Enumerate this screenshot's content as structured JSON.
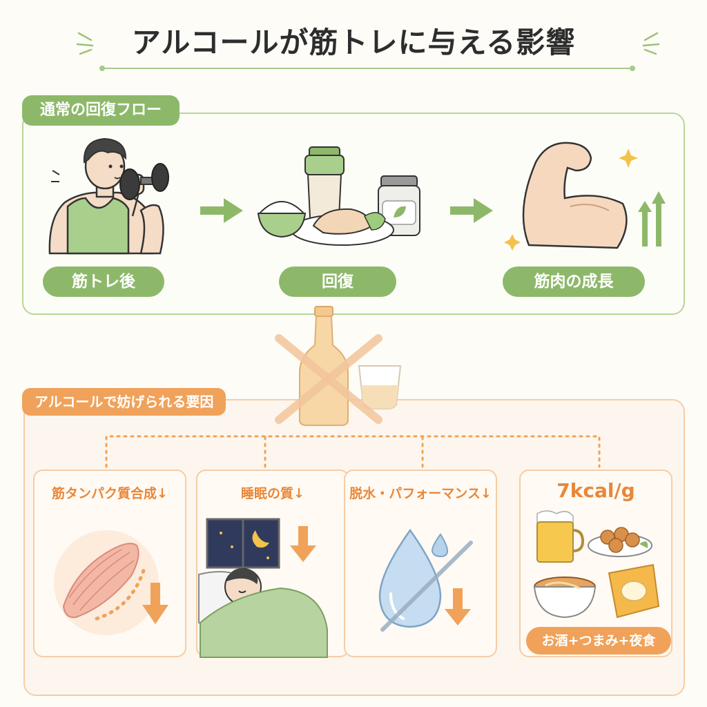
{
  "title": "アルコールが筋トレに与える影響",
  "normal_flow": {
    "label": "通常の回復フロー",
    "steps": [
      "筋トレ後",
      "回復",
      "筋肉の成長"
    ]
  },
  "alcohol_factors": {
    "label": "アルコールで妨げられる要因",
    "items": [
      {
        "title": "筋タンパク質合成↓",
        "icon": "muscle-fiber-icon"
      },
      {
        "title": "睡眠の質↓",
        "icon": "sleeping-person-icon"
      },
      {
        "title": "脱水・パフォーマンス↓",
        "icon": "water-drop-icon"
      },
      {
        "title": "7kcal/g",
        "icon": "food-drink-icon",
        "caption": "お酒+つまみ+夜食"
      }
    ]
  },
  "colors": {
    "green": "#8db86a",
    "orange": "#f0a25a",
    "text": "#2d2d2d"
  }
}
